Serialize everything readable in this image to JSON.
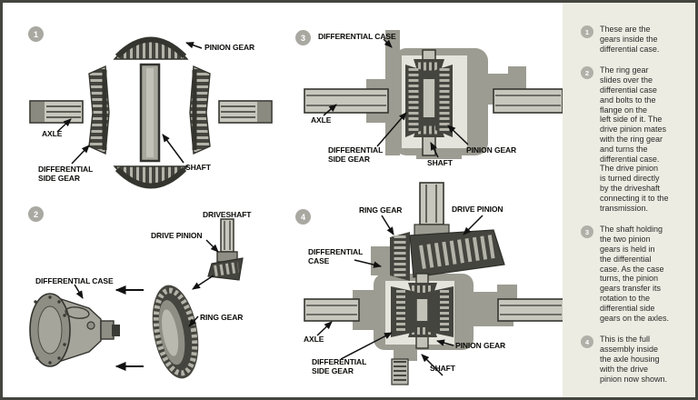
{
  "page": {
    "background": "#ffffff",
    "border_color": "#45453f"
  },
  "colors": {
    "sidebar_bg": "#edece3",
    "badge_gray": "#a9a9a2",
    "case_gray": "#9c9c92",
    "gear_dark": "#45453f",
    "teeth_light": "#b3b3a9",
    "axle_light": "#c7c7be",
    "label_black": "#0a0a08"
  },
  "panels": [
    {
      "number": "1",
      "labels": {
        "pinion_gear": "PINION GEAR",
        "axle": "AXLE",
        "differential_side_gear": "DIFFERENTIAL\nSIDE GEAR",
        "shaft": "SHAFT"
      }
    },
    {
      "number": "2",
      "labels": {
        "driveshaft": "DRIVESHAFT",
        "drive_pinion": "DRIVE PINION",
        "differential_case": "DIFFERENTIAL CASE",
        "ring_gear": "RING GEAR"
      }
    },
    {
      "number": "3",
      "labels": {
        "differential_case": "DIFFERENTIAL CASE",
        "axle": "AXLE",
        "differential_side_gear": "DIFFERENTIAL\nSIDE GEAR",
        "shaft": "SHAFT",
        "pinion_gear": "PINION GEAR"
      }
    },
    {
      "number": "4",
      "labels": {
        "ring_gear": "RING GEAR",
        "drive_pinion": "DRIVE PINION",
        "differential_case": "DIFFERENTIAL\nCASE",
        "axle": "AXLE",
        "differential_side_gear": "DIFFERENTIAL\nSIDE GEAR",
        "pinion_gear": "PINION GEAR",
        "shaft": "SHAFT"
      }
    }
  ],
  "sidebar": {
    "steps": [
      {
        "number": "1",
        "text": "These are the\ngears inside the\ndifferential case."
      },
      {
        "number": "2",
        "text": "The ring gear\nslides over the\ndifferential case\nand bolts to the\nflange on the\nleft side of it. The\ndrive pinion mates\nwith the ring gear\nand turns the\ndifferential case.\nThe drive pinion\nis turned directly\nby the driveshaft\nconnecting it to the\ntransmission."
      },
      {
        "number": "3",
        "text": "The shaft holding\nthe two pinion\ngears is held in\nthe differential\ncase. As the case\nturns, the pinion\ngears transfer its\nrotation to the\ndifferential side\ngears on the axles."
      },
      {
        "number": "4",
        "text": "This is the full\nassembly inside\nthe axle housing\nwith the drive\npinion now shown."
      }
    ]
  }
}
